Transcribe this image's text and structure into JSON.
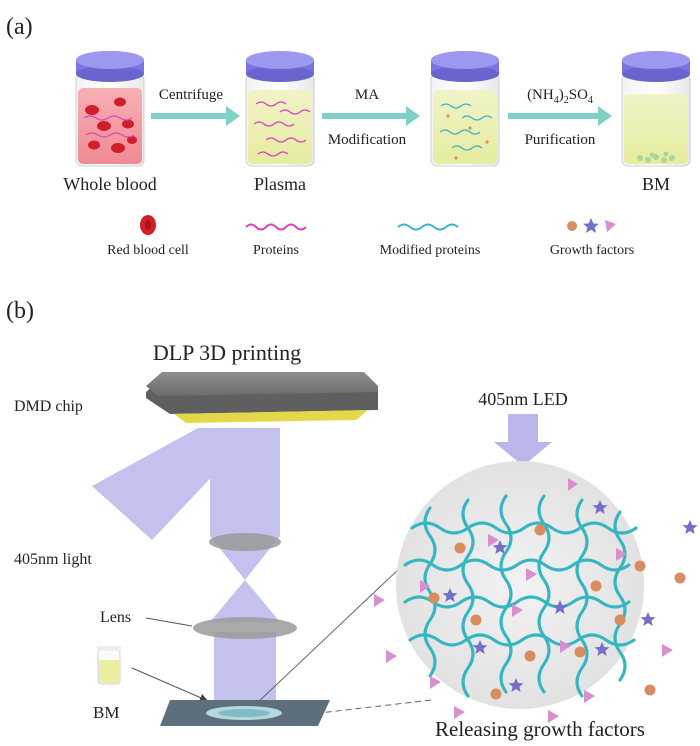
{
  "panel_a": {
    "label": "(a)",
    "stages": [
      "Whole blood",
      "Plasma",
      "",
      "BM"
    ],
    "steps": [
      {
        "top": "Centrifuge",
        "bottom": ""
      },
      {
        "top": "MA",
        "bottom": "Modification"
      },
      {
        "top": "(NH4)2SO4",
        "bottom": "Purification"
      }
    ],
    "reagent_formula": {
      "p1": "(NH",
      "s1": "4",
      "p2": ")",
      "s2": "2",
      "p3": "SO",
      "s3": "4"
    },
    "legend": [
      "Red blood cell",
      "Proteins",
      "Modified proteins",
      "Growth factors"
    ]
  },
  "panel_b": {
    "label": "(b)",
    "title": "DLP 3D printing",
    "dmd_label": "DMD chip",
    "light_label": "405nm light",
    "lens_label": "Lens",
    "bm_label": "BM",
    "led_label": "405nm LED",
    "release_label": "Releasing growth factors"
  },
  "colors": {
    "arrow": "#7fd0c8",
    "lid": "#7b75e0",
    "beam": "#b9b7ea",
    "fiber": "#36b6c0",
    "red_cell": "#d11f2a",
    "protein": "#e040c0",
    "dot": "#d98c60",
    "star": "#7470c9",
    "triangle": "#d98ecf"
  }
}
